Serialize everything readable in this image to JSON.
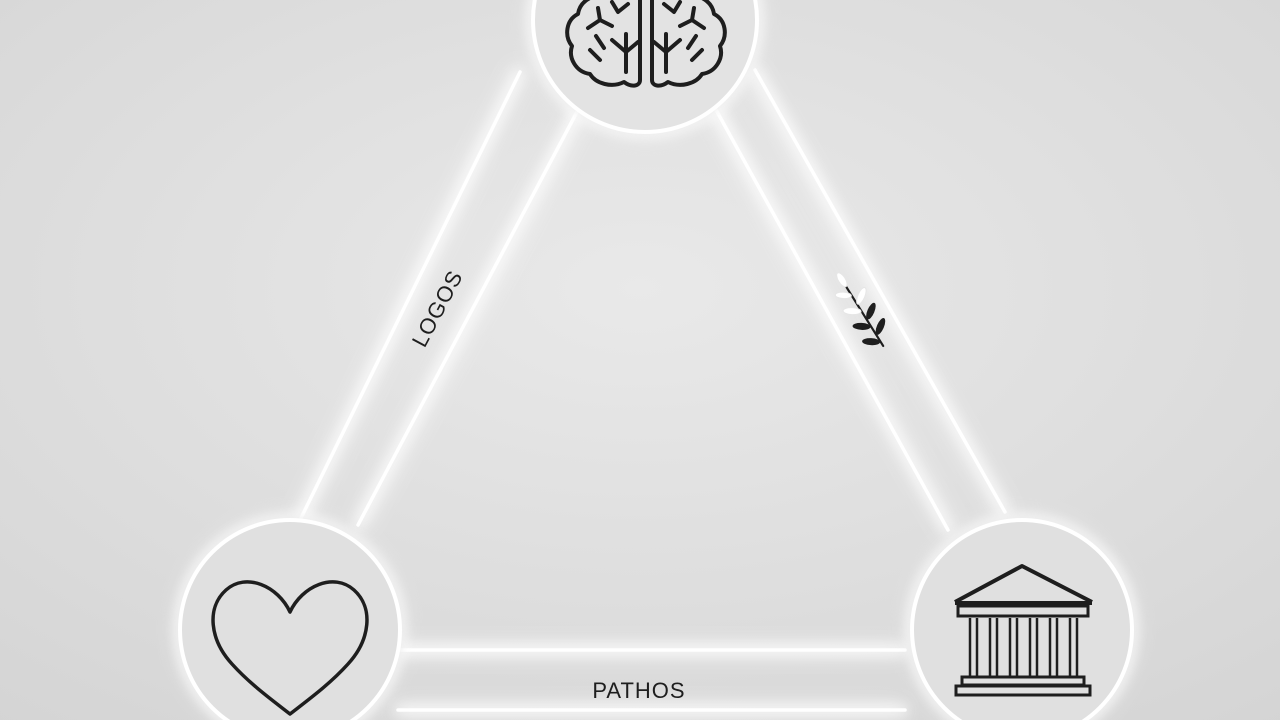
{
  "colors": {
    "background": "#dcdcdc",
    "glow": "#ffffff",
    "ink": "#1e1e1e"
  },
  "labels": {
    "left_edge": "LOGOS",
    "bottom_edge": "PATHOS"
  },
  "nodes": [
    {
      "id": "top",
      "icon": "brain-icon"
    },
    {
      "id": "bottom-left",
      "icon": "heart-icon"
    },
    {
      "id": "bottom-right",
      "icon": "institution-pillars-icon"
    }
  ],
  "decorations": [
    {
      "edge": "right",
      "icon": "olive-branch-icon"
    }
  ]
}
